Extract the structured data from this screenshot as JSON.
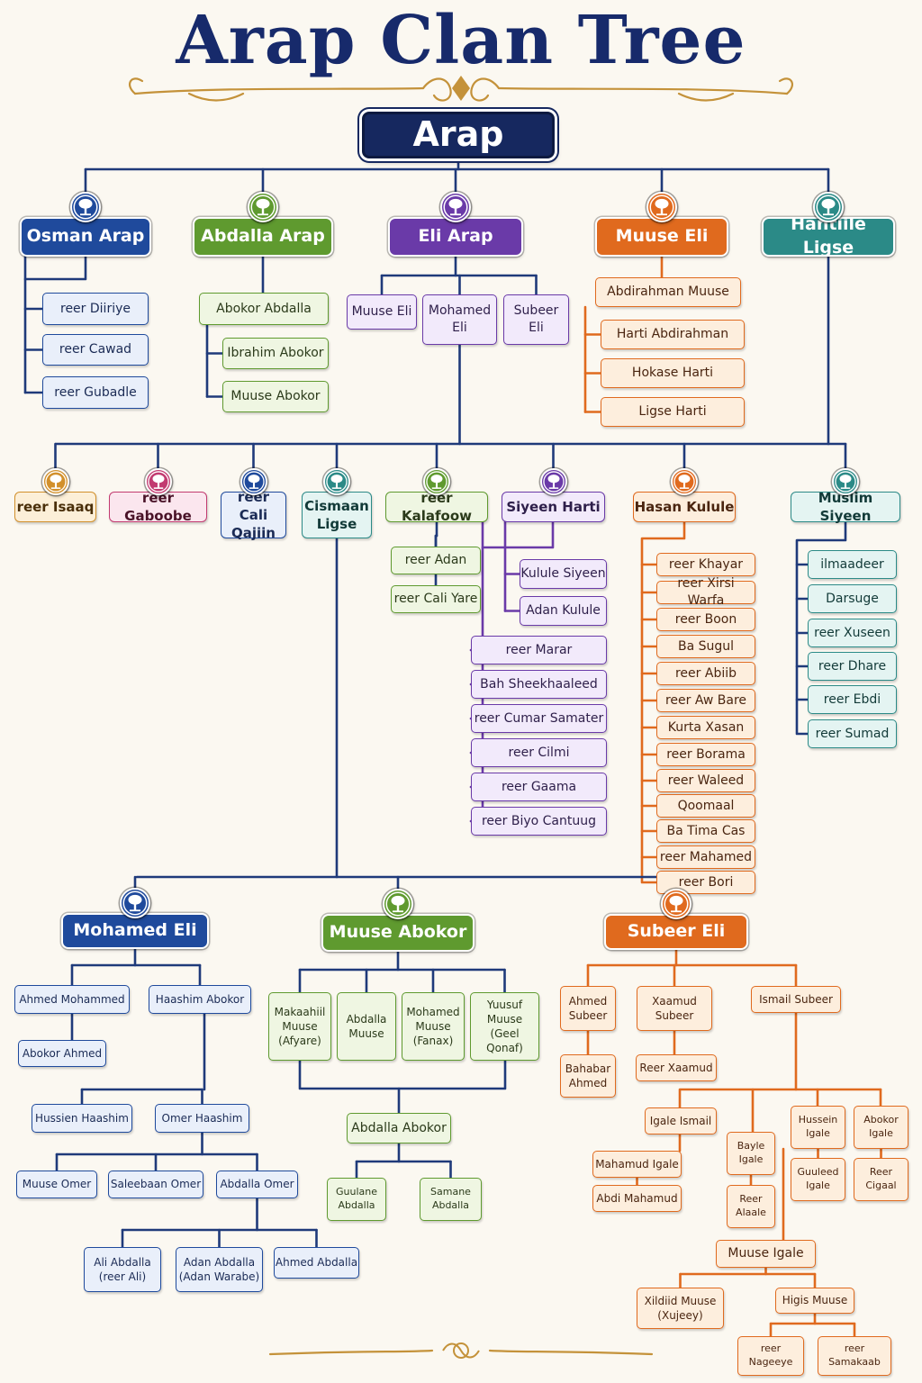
{
  "title": "Arap Clan Tree",
  "colors": {
    "navy": "#172a6b",
    "blue": "#1f4a9c",
    "green": "#5f9a2f",
    "purple": "#6a3aa8",
    "orange": "#e06a1e",
    "teal": "#2b8a87",
    "gold": "#c4923a",
    "pink": "#c23a70"
  },
  "icon_name": "tree-icon",
  "diagram": {
    "nodes": [
      {
        "id": "arap",
        "label": "Arap",
        "style": "root"
      },
      {
        "id": "osman",
        "label": "Osman Arap",
        "style": "head",
        "color": "blue"
      },
      {
        "id": "abdalla",
        "label": "Abdalla Arap",
        "style": "head",
        "color": "green"
      },
      {
        "id": "eli",
        "label": "Eli Arap",
        "style": "head",
        "color": "purple"
      },
      {
        "id": "muuse_eli_h",
        "label": "Muuse Eli",
        "style": "head",
        "color": "orange"
      },
      {
        "id": "hantiile",
        "label": "Hantiile Ligse",
        "style": "head",
        "color": "teal"
      },
      {
        "id": "diiriye",
        "label": "reer Diiriye",
        "style": "leaf",
        "color": "blue"
      },
      {
        "id": "cawad",
        "label": "reer Cawad",
        "style": "leaf",
        "color": "blue"
      },
      {
        "id": "gubadle",
        "label": "reer Gubadle",
        "style": "leaf",
        "color": "blue"
      },
      {
        "id": "abokor_abdalla",
        "label": "Abokor Abdalla",
        "style": "leaf",
        "color": "green"
      },
      {
        "id": "ibrahim_abokor",
        "label": "Ibrahim Abokor",
        "style": "leaf",
        "color": "green"
      },
      {
        "id": "muuse_abokor_l",
        "label": "Muuse Abokor",
        "style": "leaf",
        "color": "green"
      },
      {
        "id": "muuse_eli_l",
        "label": "Muuse Eli",
        "style": "leaf",
        "color": "purple"
      },
      {
        "id": "mohamed_eli_l",
        "label": "Mohamed\nEli",
        "style": "leaf",
        "color": "purple"
      },
      {
        "id": "subeer_eli_l",
        "label": "Subeer\nEli",
        "style": "leaf",
        "color": "purple"
      },
      {
        "id": "abdirahman",
        "label": "Abdirahman Muuse",
        "style": "leaf",
        "color": "orange"
      },
      {
        "id": "harti_abd",
        "label": "Harti Abdirahman",
        "style": "leaf",
        "color": "orange"
      },
      {
        "id": "hokase",
        "label": "Hokase Harti",
        "style": "leaf",
        "color": "orange"
      },
      {
        "id": "ligse_harti",
        "label": "Ligse Harti",
        "style": "leaf",
        "color": "orange"
      },
      {
        "id": "isaaq",
        "label": "reer Isaaq",
        "style": "sub",
        "color": "gold"
      },
      {
        "id": "gaboobe",
        "label": "reer Gaboobe",
        "style": "sub",
        "color": "pink"
      },
      {
        "id": "cali_qajiin",
        "label": "reer Cali\nQajiin",
        "style": "sub",
        "color": "blue"
      },
      {
        "id": "cismaan",
        "label": "Cismaan\nLigse",
        "style": "sub",
        "color": "teal"
      },
      {
        "id": "kalafoow",
        "label": "reer Kalafoow",
        "style": "sub",
        "color": "green"
      },
      {
        "id": "siyeen",
        "label": "Siyeen Harti",
        "style": "sub",
        "color": "purple"
      },
      {
        "id": "hasan",
        "label": "Hasan Kulule",
        "style": "sub",
        "color": "orange"
      },
      {
        "id": "muslim",
        "label": "Muslim Siyeen",
        "style": "sub",
        "color": "teal"
      },
      {
        "id": "adan",
        "label": "reer Adan",
        "style": "leaf",
        "color": "green"
      },
      {
        "id": "cali_yare",
        "label": "reer Cali Yare",
        "style": "leaf",
        "color": "green"
      },
      {
        "id": "kulule_siy",
        "label": "Kulule Siyeen",
        "style": "leaf",
        "color": "purple"
      },
      {
        "id": "adan_kulule",
        "label": "Adan Kulule",
        "style": "leaf",
        "color": "purple"
      },
      {
        "id": "marar",
        "label": "reer Marar",
        "style": "leaf",
        "color": "purple"
      },
      {
        "id": "bah_sheekh",
        "label": "Bah Sheekhaaleed",
        "style": "leaf",
        "color": "purple"
      },
      {
        "id": "cumar_sam",
        "label": "reer Cumar Samater",
        "style": "leaf",
        "color": "purple"
      },
      {
        "id": "cilmi",
        "label": "reer Cilmi",
        "style": "leaf",
        "color": "purple"
      },
      {
        "id": "gaama",
        "label": "reer Gaama",
        "style": "leaf",
        "color": "purple"
      },
      {
        "id": "biyo",
        "label": "reer Biyo Cantuug",
        "style": "leaf",
        "color": "purple"
      },
      {
        "id": "khayar",
        "label": "reer Khayar",
        "style": "leaf",
        "color": "orange"
      },
      {
        "id": "xirsi",
        "label": "reer Xirsi Warfa",
        "style": "leaf",
        "color": "orange"
      },
      {
        "id": "boon",
        "label": "reer Boon",
        "style": "leaf",
        "color": "orange"
      },
      {
        "id": "ba_sugul",
        "label": "Ba Sugul",
        "style": "leaf",
        "color": "orange"
      },
      {
        "id": "abiib",
        "label": "reer Abiib",
        "style": "leaf",
        "color": "orange"
      },
      {
        "id": "aw_bare",
        "label": "reer Aw Bare",
        "style": "leaf",
        "color": "orange"
      },
      {
        "id": "kurta",
        "label": "Kurta Xasan",
        "style": "leaf",
        "color": "orange"
      },
      {
        "id": "borama",
        "label": "reer Borama",
        "style": "leaf",
        "color": "orange"
      },
      {
        "id": "waleed",
        "label": "reer Waleed",
        "style": "leaf",
        "color": "orange"
      },
      {
        "id": "qoomaal",
        "label": "Qoomaal",
        "style": "leaf",
        "color": "orange"
      },
      {
        "id": "ba_tima",
        "label": "Ba Tima Cas",
        "style": "leaf",
        "color": "orange"
      },
      {
        "id": "mahamed_r",
        "label": "reer Mahamed",
        "style": "leaf",
        "color": "orange"
      },
      {
        "id": "bori",
        "label": "reer Bori",
        "style": "leaf",
        "color": "orange"
      },
      {
        "id": "ilmaadeer",
        "label": "ilmaadeer",
        "style": "leaf",
        "color": "teal"
      },
      {
        "id": "darsuge",
        "label": "Darsuge",
        "style": "leaf",
        "color": "teal"
      },
      {
        "id": "xuseen",
        "label": "reer Xuseen",
        "style": "leaf",
        "color": "teal"
      },
      {
        "id": "dhare",
        "label": "reer Dhare",
        "style": "leaf",
        "color": "teal"
      },
      {
        "id": "ebdi",
        "label": "reer Ebdi",
        "style": "leaf",
        "color": "teal"
      },
      {
        "id": "sumad",
        "label": "reer Sumad",
        "style": "leaf",
        "color": "teal"
      },
      {
        "id": "mohamed_eli_h",
        "label": "Mohamed Eli",
        "style": "head",
        "color": "blue"
      },
      {
        "id": "muuse_abokor_h",
        "label": "Muuse Abokor",
        "style": "head",
        "color": "green"
      },
      {
        "id": "subeer_eli_h",
        "label": "Subeer Eli",
        "style": "head",
        "color": "orange"
      },
      {
        "id": "ahmed_moh",
        "label": "Ahmed Mohammed",
        "style": "leaf",
        "color": "blue"
      },
      {
        "id": "haashim",
        "label": "Haashim Abokor",
        "style": "leaf",
        "color": "blue"
      },
      {
        "id": "abokor_ahmed",
        "label": "Abokor Ahmed",
        "style": "leaf",
        "color": "blue"
      },
      {
        "id": "hussien_h",
        "label": "Hussien Haashim",
        "style": "leaf",
        "color": "blue"
      },
      {
        "id": "omer_h",
        "label": "Omer Haashim",
        "style": "leaf",
        "color": "blue"
      },
      {
        "id": "muuse_omer",
        "label": "Muuse Omer",
        "style": "leaf",
        "color": "blue"
      },
      {
        "id": "saleebaan",
        "label": "Saleebaan Omer",
        "style": "leaf",
        "color": "blue"
      },
      {
        "id": "abdalla_omer",
        "label": "Abdalla Omer",
        "style": "leaf",
        "color": "blue"
      },
      {
        "id": "ali_abdalla",
        "label": "Ali Abdalla\n(reer Ali)",
        "style": "leaf",
        "color": "blue"
      },
      {
        "id": "adan_abdalla",
        "label": "Adan Abdalla\n(Adan Warabe)",
        "style": "leaf",
        "color": "blue"
      },
      {
        "id": "ahmed_abdalla",
        "label": "Ahmed Abdalla",
        "style": "leaf",
        "color": "blue"
      },
      {
        "id": "makaahiil",
        "label": "Makaahiil\nMuuse\n(Afyare)",
        "style": "leaf",
        "color": "green"
      },
      {
        "id": "abdalla_muuse",
        "label": "Abdalla\nMuuse",
        "style": "leaf",
        "color": "green"
      },
      {
        "id": "mohamed_muuse",
        "label": "Mohamed\nMuuse\n(Fanax)",
        "style": "leaf",
        "color": "green"
      },
      {
        "id": "yuusuf",
        "label": "Yuusuf\nMuuse\n(Geel Qonaf)",
        "style": "leaf",
        "color": "green"
      },
      {
        "id": "abdalla_abokor",
        "label": "Abdalla Abokor",
        "style": "leaf",
        "color": "green"
      },
      {
        "id": "guulane",
        "label": "Guulane\nAbdalla",
        "style": "leaf",
        "color": "green"
      },
      {
        "id": "samane",
        "label": "Samane\nAbdalla",
        "style": "leaf",
        "color": "green"
      },
      {
        "id": "ahmed_sub",
        "label": "Ahmed\nSubeer",
        "style": "leaf",
        "color": "orange"
      },
      {
        "id": "xaamud_sub",
        "label": "Xaamud\nSubeer",
        "style": "leaf",
        "color": "orange"
      },
      {
        "id": "ismail_sub",
        "label": "Ismail Subeer",
        "style": "leaf",
        "color": "orange"
      },
      {
        "id": "bahabar",
        "label": "Bahabar\nAhmed",
        "style": "leaf",
        "color": "orange"
      },
      {
        "id": "reer_xaamud",
        "label": "Reer Xaamud",
        "style": "leaf",
        "color": "orange"
      },
      {
        "id": "igale",
        "label": "Igale Ismail",
        "style": "leaf",
        "color": "orange"
      },
      {
        "id": "mahamud_igale",
        "label": "Mahamud Igale",
        "style": "leaf",
        "color": "orange"
      },
      {
        "id": "abdi_mahamud",
        "label": "Abdi Mahamud",
        "style": "leaf",
        "color": "orange"
      },
      {
        "id": "bayle",
        "label": "Bayle\nIgale",
        "style": "leaf",
        "color": "orange"
      },
      {
        "id": "reer_alaale",
        "label": "Reer\nAlaale",
        "style": "leaf",
        "color": "orange"
      },
      {
        "id": "hussein_igale",
        "label": "Hussein\nIgale",
        "style": "leaf",
        "color": "orange"
      },
      {
        "id": "abokor_igale",
        "label": "Abokor\nIgale",
        "style": "leaf",
        "color": "orange"
      },
      {
        "id": "guuleed",
        "label": "Guuleed\nIgale",
        "style": "leaf",
        "color": "orange"
      },
      {
        "id": "reer_cigaal",
        "label": "Reer\nCigaal",
        "style": "leaf",
        "color": "orange"
      },
      {
        "id": "muuse_igale",
        "label": "Muuse Igale",
        "style": "leaf",
        "color": "orange"
      },
      {
        "id": "xildiid",
        "label": "Xildiid Muuse\n(Xujeey)",
        "style": "leaf",
        "color": "orange"
      },
      {
        "id": "higis",
        "label": "Higis Muuse",
        "style": "leaf",
        "color": "orange"
      },
      {
        "id": "nageeye",
        "label": "reer\nNageeye",
        "style": "leaf",
        "color": "orange"
      },
      {
        "id": "samakaab",
        "label": "reer\nSamakaab",
        "style": "leaf",
        "color": "orange"
      }
    ],
    "edges": [
      [
        "arap",
        "osman"
      ],
      [
        "arap",
        "abdalla"
      ],
      [
        "arap",
        "eli"
      ],
      [
        "arap",
        "muuse_eli_h"
      ],
      [
        "arap",
        "hantiile"
      ],
      [
        "osman",
        "diiriye"
      ],
      [
        "osman",
        "cawad"
      ],
      [
        "osman",
        "gubadle"
      ],
      [
        "abdalla",
        "abokor_abdalla"
      ],
      [
        "abokor_abdalla",
        "ibrahim_abokor"
      ],
      [
        "abokor_abdalla",
        "muuse_abokor_l"
      ],
      [
        "eli",
        "muuse_eli_l"
      ],
      [
        "eli",
        "mohamed_eli_l"
      ],
      [
        "eli",
        "subeer_eli_l"
      ],
      [
        "muuse_eli_h",
        "abdirahman"
      ],
      [
        "abdirahman",
        "harti_abd"
      ],
      [
        "abdirahman",
        "hokase"
      ],
      [
        "abdirahman",
        "ligse_harti"
      ],
      [
        "mohamed_eli_l",
        "isaaq"
      ],
      [
        "mohamed_eli_l",
        "gaboobe"
      ],
      [
        "mohamed_eli_l",
        "cali_qajiin"
      ],
      [
        "mohamed_eli_l",
        "cismaan"
      ],
      [
        "mohamed_eli_l",
        "kalafoow"
      ],
      [
        "mohamed_eli_l",
        "siyeen"
      ],
      [
        "mohamed_eli_l",
        "hasan"
      ],
      [
        "hantiile",
        "muslim"
      ],
      [
        "kalafoow",
        "adan"
      ],
      [
        "kalafoow",
        "cali_yare"
      ],
      [
        "siyeen",
        "kulule_siy"
      ],
      [
        "siyeen",
        "adan_kulule"
      ],
      [
        "siyeen",
        "marar"
      ],
      [
        "siyeen",
        "bah_sheekh"
      ],
      [
        "siyeen",
        "cumar_sam"
      ],
      [
        "siyeen",
        "cilmi"
      ],
      [
        "siyeen",
        "gaama"
      ],
      [
        "siyeen",
        "biyo"
      ],
      [
        "hasan",
        "khayar"
      ],
      [
        "hasan",
        "xirsi"
      ],
      [
        "hasan",
        "boon"
      ],
      [
        "hasan",
        "ba_sugul"
      ],
      [
        "hasan",
        "abiib"
      ],
      [
        "hasan",
        "aw_bare"
      ],
      [
        "hasan",
        "kurta"
      ],
      [
        "hasan",
        "borama"
      ],
      [
        "hasan",
        "waleed"
      ],
      [
        "hasan",
        "qoomaal"
      ],
      [
        "hasan",
        "ba_tima"
      ],
      [
        "hasan",
        "mahamed_r"
      ],
      [
        "hasan",
        "bori"
      ],
      [
        "muslim",
        "ilmaadeer"
      ],
      [
        "muslim",
        "darsuge"
      ],
      [
        "muslim",
        "xuseen"
      ],
      [
        "muslim",
        "dhare"
      ],
      [
        "muslim",
        "ebdi"
      ],
      [
        "muslim",
        "sumad"
      ],
      [
        "cismaan",
        "mohamed_eli_h"
      ],
      [
        "cismaan",
        "muuse_abokor_h"
      ],
      [
        "cismaan",
        "subeer_eli_h"
      ],
      [
        "mohamed_eli_h",
        "ahmed_moh"
      ],
      [
        "mohamed_eli_h",
        "haashim"
      ],
      [
        "ahmed_moh",
        "abokor_ahmed"
      ],
      [
        "haashim",
        "hussien_h"
      ],
      [
        "haashim",
        "omer_h"
      ],
      [
        "omer_h",
        "muuse_omer"
      ],
      [
        "omer_h",
        "saleebaan"
      ],
      [
        "omer_h",
        "abdalla_omer"
      ],
      [
        "abdalla_omer",
        "ali_abdalla"
      ],
      [
        "abdalla_omer",
        "adan_abdalla"
      ],
      [
        "abdalla_omer",
        "ahmed_abdalla"
      ],
      [
        "muuse_abokor_h",
        "makaahiil"
      ],
      [
        "muuse_abokor_h",
        "abdalla_muuse"
      ],
      [
        "muuse_abokor_h",
        "mohamed_muuse"
      ],
      [
        "muuse_abokor_h",
        "yuusuf"
      ],
      [
        "muuse_abokor_h",
        "abdalla_abokor"
      ],
      [
        "abdalla_abokor",
        "guulane"
      ],
      [
        "abdalla_abokor",
        "samane"
      ],
      [
        "subeer_eli_h",
        "ahmed_sub"
      ],
      [
        "subeer_eli_h",
        "xaamud_sub"
      ],
      [
        "subeer_eli_h",
        "ismail_sub"
      ],
      [
        "ahmed_sub",
        "bahabar"
      ],
      [
        "xaamud_sub",
        "reer_xaamud"
      ],
      [
        "ismail_sub",
        "igale"
      ],
      [
        "igale",
        "mahamud_igale"
      ],
      [
        "mahamud_igale",
        "abdi_mahamud"
      ],
      [
        "igale",
        "bayle"
      ],
      [
        "bayle",
        "reer_alaale"
      ],
      [
        "igale",
        "hussein_igale"
      ],
      [
        "igale",
        "abokor_igale"
      ],
      [
        "hussein_igale",
        "guuleed"
      ],
      [
        "abokor_igale",
        "reer_cigaal"
      ],
      [
        "igale",
        "muuse_igale"
      ],
      [
        "muuse_igale",
        "xildiid"
      ],
      [
        "muuse_igale",
        "higis"
      ],
      [
        "higis",
        "nageeye"
      ],
      [
        "higis",
        "samakaab"
      ]
    ]
  }
}
